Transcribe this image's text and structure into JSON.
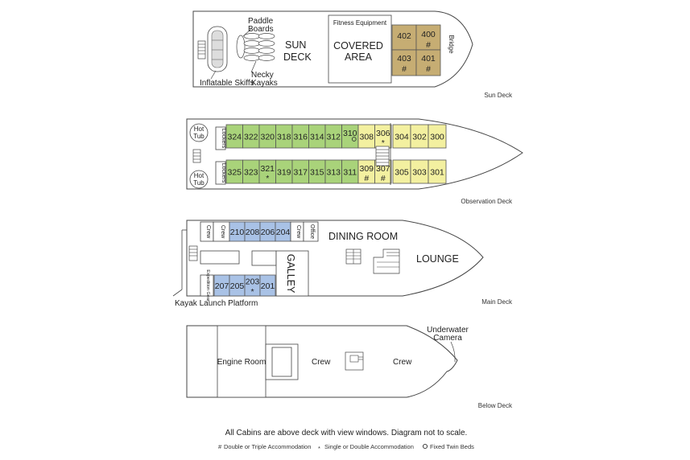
{
  "sun_deck": {
    "deck_label": "Sun Deck",
    "sun_deck_title_1": "SUN",
    "sun_deck_title_2": "DECK",
    "paddle_boards_1": "Paddle",
    "paddle_boards_2": "Boards",
    "necky_kayaks_1": "Necky",
    "necky_kayaks_2": "Kayaks",
    "inflatable_skiffs": "Inflatable Skiffs",
    "fitness_equipment": "Fitness Equipment",
    "covered_area_1": "COVERED",
    "covered_area_2": "AREA",
    "bridge": "Bridge",
    "cabins": [
      {
        "num": "402",
        "mark": ""
      },
      {
        "num": "400",
        "mark": "#"
      },
      {
        "num": "403",
        "mark": "#"
      },
      {
        "num": "401",
        "mark": "#"
      }
    ]
  },
  "observation_deck": {
    "deck_label": "Observation Deck",
    "hot_tub_1": "Hot",
    "hot_tub_2": "Tub",
    "lockers": "Lockers",
    "top_row": [
      {
        "num": "324",
        "mark": ""
      },
      {
        "num": "322",
        "mark": ""
      },
      {
        "num": "320",
        "mark": ""
      },
      {
        "num": "318",
        "mark": ""
      },
      {
        "num": "316",
        "mark": ""
      },
      {
        "num": "314",
        "mark": ""
      },
      {
        "num": "312",
        "mark": ""
      },
      {
        "num": "310",
        "mark": "o"
      },
      {
        "num": "308",
        "mark": ""
      },
      {
        "num": "306",
        "mark": "*"
      }
    ],
    "bottom_row": [
      {
        "num": "325",
        "mark": ""
      },
      {
        "num": "323",
        "mark": ""
      },
      {
        "num": "321",
        "mark": "*"
      },
      {
        "num": "319",
        "mark": ""
      },
      {
        "num": "317",
        "mark": ""
      },
      {
        "num": "315",
        "mark": ""
      },
      {
        "num": "313",
        "mark": ""
      },
      {
        "num": "311",
        "mark": ""
      },
      {
        "num": "309",
        "mark": "#"
      },
      {
        "num": "307",
        "mark": "#"
      }
    ],
    "fwd_top": [
      "304",
      "302",
      "300"
    ],
    "fwd_bottom": [
      "305",
      "303",
      "301"
    ]
  },
  "main_deck": {
    "deck_label": "Main Deck",
    "crew": "Crew",
    "office": "Office",
    "dining_room": "DINING ROOM",
    "lounge": "LOUNGE",
    "galley": "GALLEY",
    "expedition_gear": "Expedition Gear",
    "kayak_launch": "Kayak Launch Platform",
    "top_row": [
      "210",
      "208",
      "206",
      "204"
    ],
    "bottom_row": [
      {
        "num": "207",
        "mark": ""
      },
      {
        "num": "205",
        "mark": ""
      },
      {
        "num": "203",
        "mark": "*"
      },
      {
        "num": "201",
        "mark": ""
      }
    ]
  },
  "below_deck": {
    "deck_label": "Below Deck",
    "engine_room": "Engine Room",
    "crew_1": "Crew",
    "crew_2": "Crew",
    "underwater_camera_1": "Underwater",
    "underwater_camera_2": "Camera"
  },
  "footer": {
    "note": "All Cabins are above deck with view windows. Diagram not to scale.",
    "legend_double_symbol": "#",
    "legend_double": "Double or Triple Accommodation",
    "legend_single_symbol": "*",
    "legend_single": "Single or Double Accommodation",
    "legend_twin": "Fixed Twin Beds"
  },
  "colors": {
    "upper_suite": "#c6ad73",
    "observation_cabin": "#a9d37a",
    "observation_forward": "#f3f0a0",
    "main_cabin": "#a9c2e6"
  }
}
